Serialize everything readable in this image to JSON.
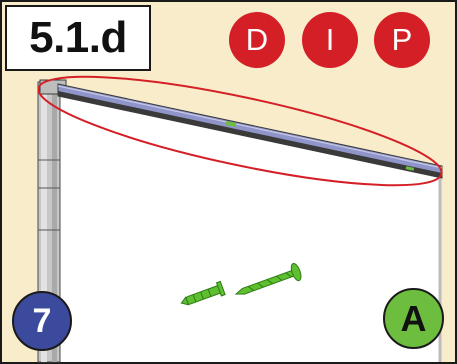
{
  "step": {
    "label": "5.1.d"
  },
  "badges": {
    "d": "D",
    "i": "I",
    "p": "P"
  },
  "count": {
    "label": "7"
  },
  "kit": {
    "label": "A"
  },
  "colors": {
    "wall": "#f8eccb",
    "rail": "#8f95c8",
    "rail_dark": "#3a3a3a",
    "highlight": "#d51f26",
    "count_badge": "#3b4a9c",
    "kit_badge": "#6dbd3f",
    "fixings": "#5fc02f"
  },
  "icons": [
    "frame-post-icon",
    "rail-icon",
    "wall-plug-icon",
    "screw-icon"
  ]
}
